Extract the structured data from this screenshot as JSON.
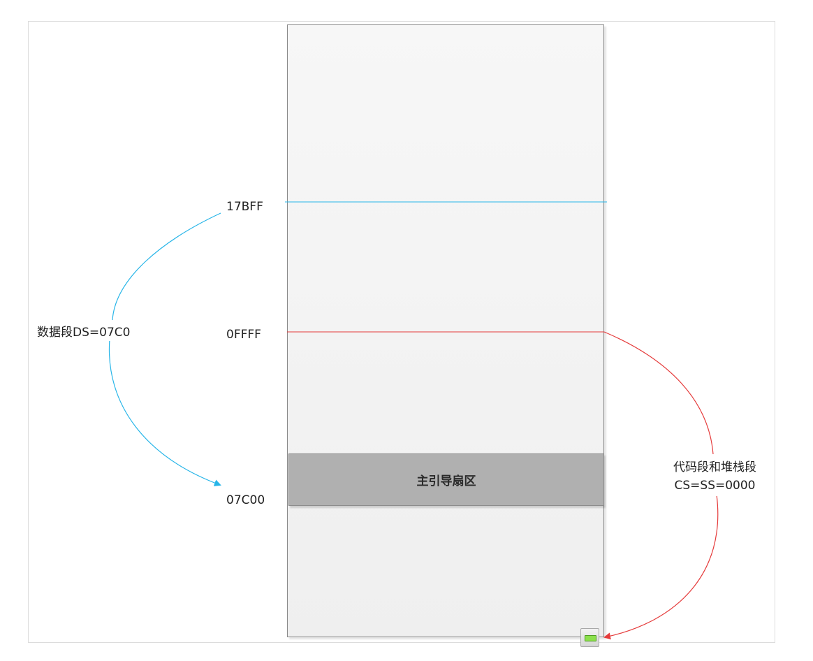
{
  "diagram": {
    "addresses": {
      "top": "17BFF",
      "middle": "0FFFF",
      "bottom": "07C00"
    },
    "boot_sector_label": "主引导扇区",
    "data_segment_label": "数据段DS=07C0",
    "code_segment_label_line1": "代码段和堆栈段",
    "code_segment_label_line2": "CS=SS=0000",
    "colors": {
      "data_segment_line": "#27b5e8",
      "code_segment_line": "#e53b3b",
      "boot_sector_fill": "#b0b0b0",
      "marker_lamp": "#8be04c"
    },
    "icons": {
      "bottom_marker": "green-indicator-icon"
    }
  }
}
